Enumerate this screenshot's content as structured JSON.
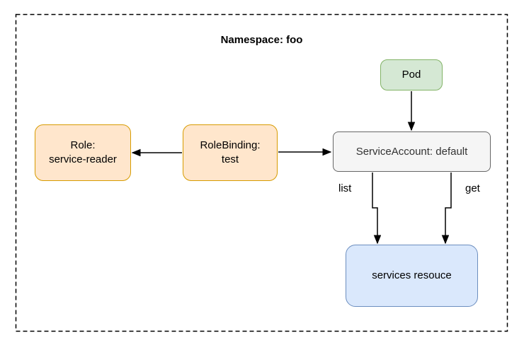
{
  "diagram": {
    "title": "Namespace: foo",
    "boundary_color": "#000000",
    "edge_color": "#000000",
    "edge_label_color": "#000000",
    "background": "#ffffff",
    "nodes": {
      "pod": {
        "label": "Pod",
        "fill": "#d5e8d4",
        "stroke": "#82b366",
        "text_color": "#000000"
      },
      "service_account": {
        "label": "ServiceAccount: default",
        "fill": "#f5f5f5",
        "stroke": "#666666",
        "text_color": "#333333"
      },
      "role": {
        "line1": "Role:",
        "line2": "service-reader",
        "fill": "#ffe6cc",
        "stroke": "#d79b00",
        "text_color": "#000000"
      },
      "role_binding": {
        "line1": "RoleBinding:",
        "line2": "test",
        "fill": "#ffe6cc",
        "stroke": "#d79b00",
        "text_color": "#000000"
      },
      "services_resource": {
        "label": "services resouce",
        "fill": "#dae8fc",
        "stroke": "#6c8ebf",
        "text_color": "#000000"
      }
    },
    "edge_labels": {
      "list": "list",
      "get": "get"
    }
  }
}
